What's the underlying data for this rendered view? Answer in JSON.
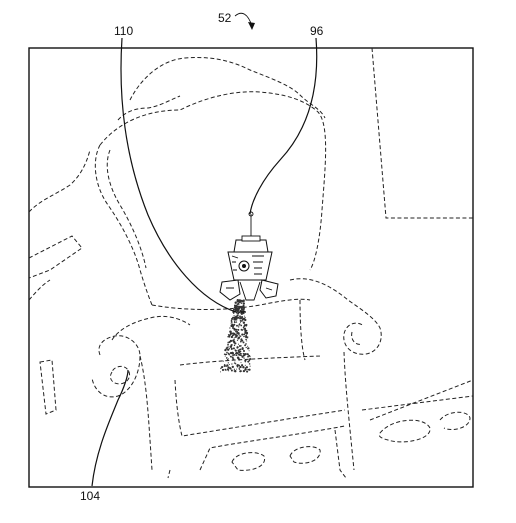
{
  "figure": {
    "labels": {
      "fig_ref": "52",
      "ref_110": "110",
      "ref_96": "96",
      "ref_104": "104"
    }
  }
}
